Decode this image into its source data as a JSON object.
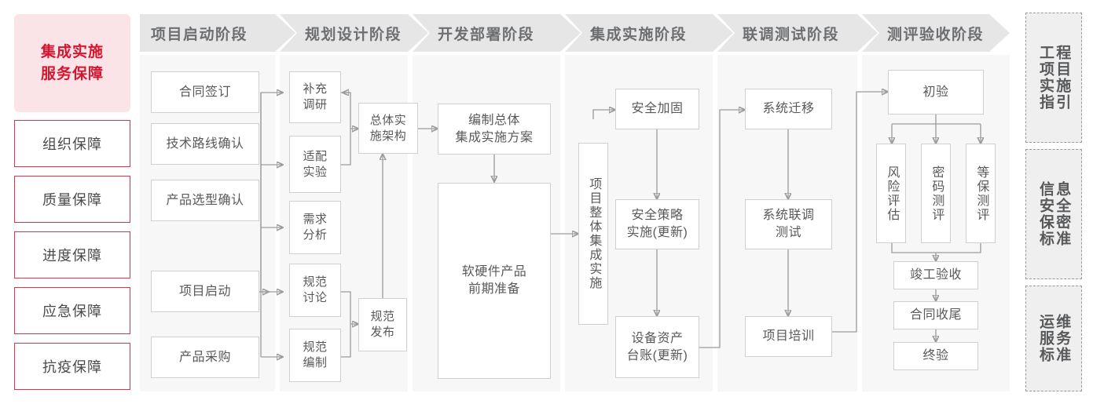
{
  "left_sidebar": {
    "header": "集成实施\n服务保障",
    "header_line1": "集成实施",
    "header_line2": "服务保障",
    "accent_color": "#d8152f",
    "header_bg": "#fbe4e7",
    "items": [
      {
        "label": "组织保障"
      },
      {
        "label": "质量保障"
      },
      {
        "label": "进度保障"
      },
      {
        "label": "应急保障"
      },
      {
        "label": "抗疫保障"
      }
    ]
  },
  "phases": [
    {
      "title": "项目启动阶段",
      "nodes": [
        {
          "label": "合同签订"
        },
        {
          "label": "技术路线确认"
        },
        {
          "label": "产品选型确认"
        },
        {
          "label": "项目启动"
        },
        {
          "label": "产品采购"
        }
      ]
    },
    {
      "title": "规划设计阶段",
      "nodes": [
        {
          "label": "补充\n调研",
          "l1": "补充",
          "l2": "调研"
        },
        {
          "label": "适配\n实验",
          "l1": "适配",
          "l2": "实验"
        },
        {
          "label": "需求\n分析",
          "l1": "需求",
          "l2": "分析"
        },
        {
          "label": "规范\n讨论",
          "l1": "规范",
          "l2": "讨论"
        },
        {
          "label": "规范\n编制",
          "l1": "规范",
          "l2": "编制"
        },
        {
          "label": "总体实\n施架构",
          "l1": "总体实",
          "l2": "施架构"
        },
        {
          "label": "规范\n发布",
          "l1": "规范",
          "l2": "发布"
        }
      ]
    },
    {
      "title": "开发部署阶段",
      "nodes": [
        {
          "label": "编制总体\n集成实施方案",
          "l1": "编制总体",
          "l2": "集成实施方案"
        },
        {
          "label": "软硬件产品\n前期准备",
          "l1": "软硬件产品",
          "l2": "前期准备"
        }
      ]
    },
    {
      "title": "集成实施阶段",
      "nodes": [
        {
          "label": "项目整体集成实施"
        },
        {
          "label": "安全加固"
        },
        {
          "label": "安全策略\n实施(更新)",
          "l1": "安全策略",
          "l2": "实施(更新)"
        },
        {
          "label": "设备资产\n台账(更新)",
          "l1": "设备资产",
          "l2": "台账(更新)"
        }
      ]
    },
    {
      "title": "联调测试阶段",
      "nodes": [
        {
          "label": "系统迁移"
        },
        {
          "label": "系统联调\n测试",
          "l1": "系统联调",
          "l2": "测试"
        },
        {
          "label": "项目培训"
        }
      ]
    },
    {
      "title": "测评验收阶段",
      "nodes": [
        {
          "label": "初验"
        },
        {
          "label": "风险评估"
        },
        {
          "label": "密码测评"
        },
        {
          "label": "等保测评"
        },
        {
          "label": "竣工验收"
        },
        {
          "label": "合同收尾"
        },
        {
          "label": "终验"
        }
      ]
    }
  ],
  "right_sidebar": {
    "items": [
      {
        "label": "工程项目实施指引",
        "col_right": "程目施引",
        "col_left": "工项实指"
      },
      {
        "label": "信息安全保密标准",
        "col_right": "息全密准",
        "col_left": "信安保标"
      },
      {
        "label": "运维服务标准",
        "col_right": "维务准",
        "col_left": "运服标"
      }
    ]
  }
}
